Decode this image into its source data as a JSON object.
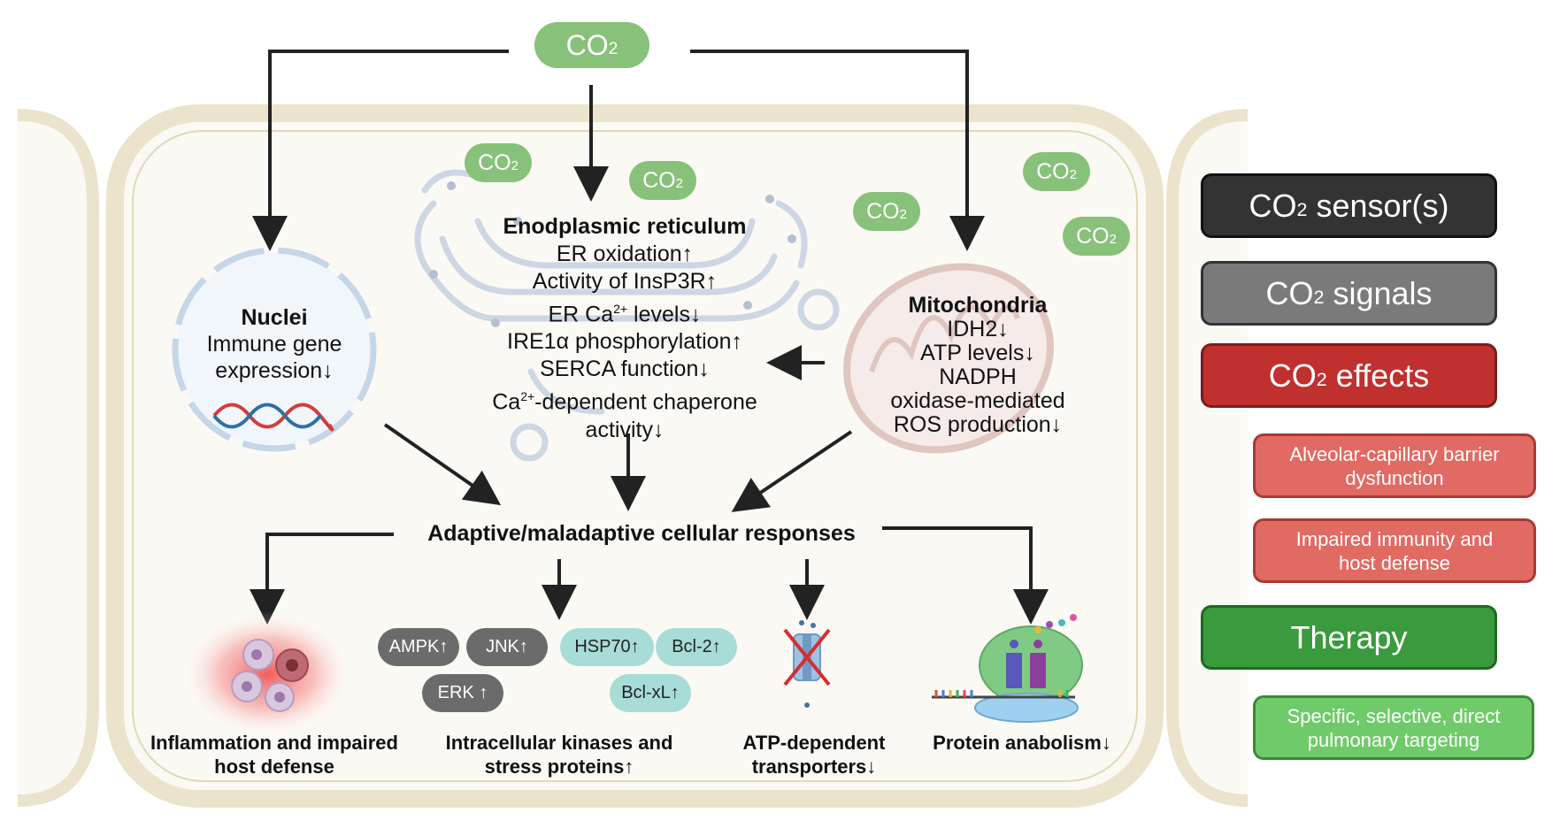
{
  "co2_label": "CO",
  "co2_subscript": "2",
  "nuclei": {
    "title": "Nuclei",
    "line1": "Immune gene",
    "line2": "expression↓"
  },
  "er": {
    "title": "Enodplasmic reticulum",
    "line1": "ER oxidation↑",
    "line2": "Activity of InsP3R↑",
    "line3_pre": "ER Ca",
    "line3_sup": "2+",
    "line3_post": " levels↓",
    "line4": "IRE1α phosphorylation↑",
    "line5": "SERCA function↓",
    "line6_pre": "Ca",
    "line6_sup": "2+",
    "line6_post": "-dependent chaperone",
    "line7": "activity↓"
  },
  "mito": {
    "title": "Mitochondria",
    "line1": "IDH2↓",
    "line2": "ATP levels↓",
    "line3": "NADPH",
    "line4": "oxidase-mediated",
    "line5": "ROS production↓"
  },
  "responses": "Adaptive/maladaptive cellular responses",
  "outcomes": {
    "inflammation_l1": "Inflammation and impaired",
    "inflammation_l2": "host defense",
    "kinases_l1": "Intracellular kinases and",
    "kinases_l2": "stress proteins↑",
    "transporters_l1": "ATP-dependent",
    "transporters_l2": "transporters↓",
    "protein": "Protein anabolism↓"
  },
  "pills": {
    "ampk": "AMPK↑",
    "jnk": "JNK↑",
    "erk": "ERK ↑",
    "hsp70": "HSP70↑",
    "bcl2": "Bcl-2↑",
    "bclxl": "Bcl-xL↑"
  },
  "legend": {
    "sensor_suffix": " sensor(s)",
    "signals_suffix": " signals",
    "effects_suffix": " effects",
    "effect_item1_l1": "Alveolar-capillary barrier",
    "effect_item1_l2": "dysfunction",
    "effect_item2_l1": "Impaired immunity and",
    "effect_item2_l2": "host defense",
    "therapy": "Therapy",
    "therapy_item_l1": "Specific, selective, direct",
    "therapy_item_l2": "pulmonary targeting"
  },
  "colors": {
    "co2_green": "#88c17a",
    "sensor": "#333333",
    "signals": "#7a7a7a",
    "effects": "#c0302f",
    "effect_item": "#e16a63",
    "therapy": "#3a9a3e",
    "therapy_item": "#6fcb6a",
    "cell_border": "#ece3cc",
    "cell_fill": "#fbf9f4"
  }
}
